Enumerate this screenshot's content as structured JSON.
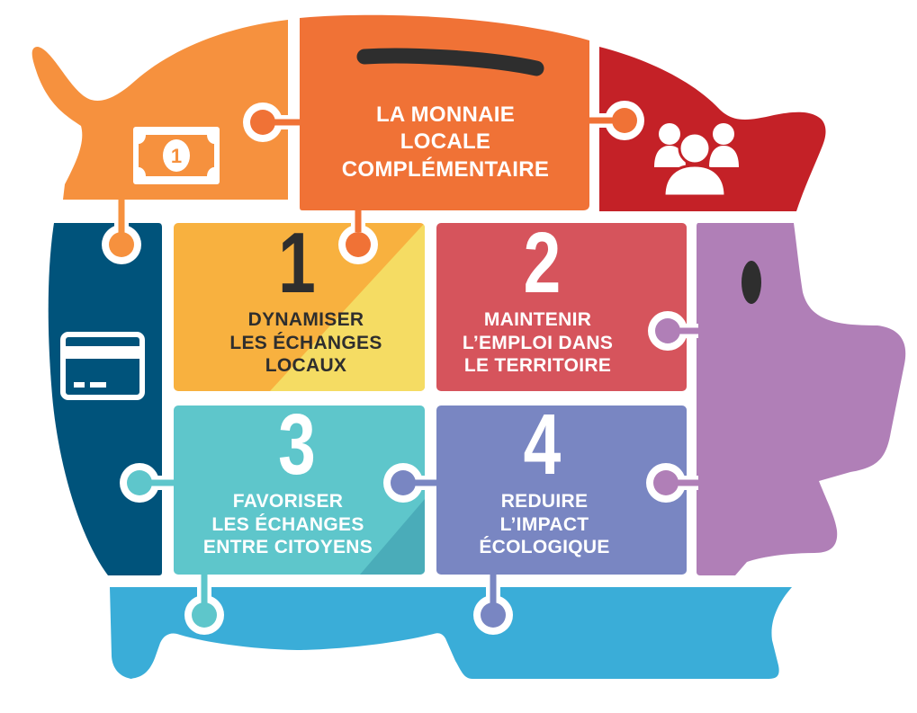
{
  "title": {
    "line1": "LA MONNAIE",
    "line2": "LOCALE",
    "line3": "COMPLÉMENTAIRE"
  },
  "goals": [
    {
      "number": "1",
      "lines": [
        "DYNAMISER",
        "LES ÉCHANGES",
        "LOCAUX"
      ],
      "color": "#f8b13f",
      "accent": "#f5dc63"
    },
    {
      "number": "2",
      "lines": [
        "MAINTENIR",
        "L’EMPLOI DANS",
        "LE TERRITOIRE"
      ],
      "color": "#d6545c"
    },
    {
      "number": "3",
      "lines": [
        "FAVORISER",
        "LES ÉCHANGES",
        "ENTRE CITOYENS"
      ],
      "color": "#5ec6cb",
      "accent": "#4aacb9"
    },
    {
      "number": "4",
      "lines": [
        "REDUIRE",
        "L’IMPACT",
        "ÉCOLOGIQUE"
      ],
      "color": "#7986c2"
    }
  ],
  "icons": {
    "tail_piece": "banknote-icon",
    "head_piece": "people-group-icon",
    "left_piece": "credit-card-icon",
    "right_piece": "pig-eye-icon",
    "top_piece": "coin-slot-icon"
  },
  "colors": {
    "tail_orange": "#f6913e",
    "top_orange": "#f07236",
    "ear_red": "#c42127",
    "left_navy": "#00537b",
    "snout_purple": "#b07fb7",
    "feet_blue": "#3aadd8",
    "dark": "#2e2e2e",
    "white": "#ffffff"
  }
}
